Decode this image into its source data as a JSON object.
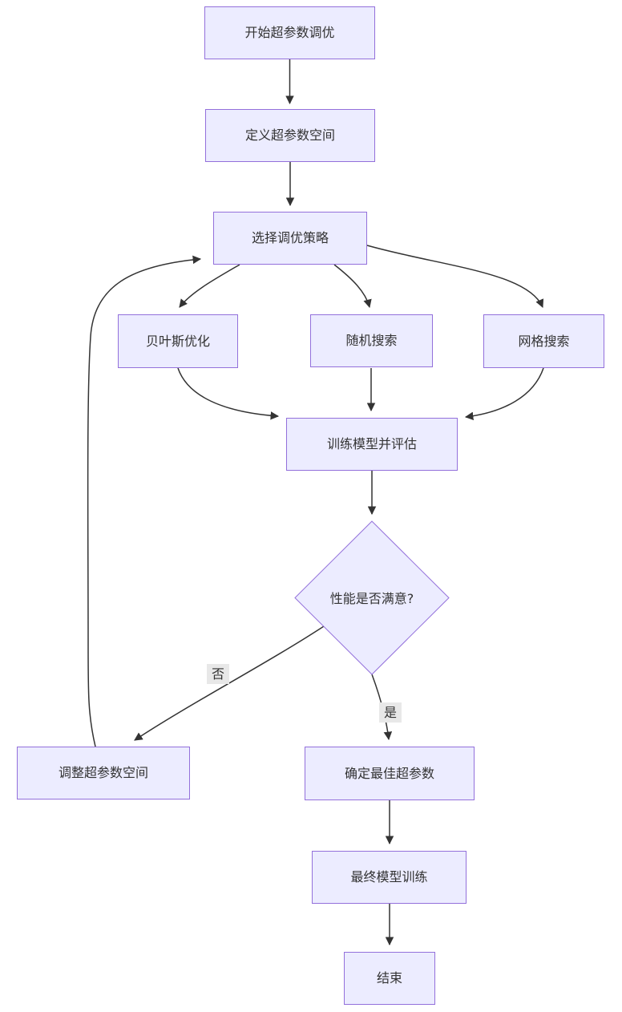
{
  "diagram": {
    "type": "flowchart",
    "direction": "top-down",
    "background": "#ffffff",
    "colors": {
      "node_fill": "#ECECFF",
      "node_border": "#9370DB",
      "edge_line": "#333333",
      "node_text": "#333333",
      "edge_label_bg": "#e8e8e8"
    },
    "nodes": {
      "start": {
        "label": "开始超参数调优",
        "shape": "rectangle"
      },
      "define_space": {
        "label": "定义超参数空间",
        "shape": "rectangle"
      },
      "choose_strategy": {
        "label": "选择调优策略",
        "shape": "rectangle"
      },
      "bayesian": {
        "label": "贝叶斯优化",
        "shape": "rectangle"
      },
      "random_search": {
        "label": "随机搜索",
        "shape": "rectangle"
      },
      "grid_search": {
        "label": "网格搜索",
        "shape": "rectangle"
      },
      "train_eval": {
        "label": "训练模型并评估",
        "shape": "rectangle"
      },
      "satisfied": {
        "label": "性能是否满意?",
        "shape": "diamond"
      },
      "adjust_space": {
        "label": "调整超参数空间",
        "shape": "rectangle"
      },
      "best_params": {
        "label": "确定最佳超参数",
        "shape": "rectangle"
      },
      "final_train": {
        "label": "最终模型训练",
        "shape": "rectangle"
      },
      "end": {
        "label": "结束",
        "shape": "rectangle"
      }
    },
    "edge_labels": {
      "no": "否",
      "yes": "是"
    },
    "edges": [
      {
        "from": "start",
        "to": "define_space",
        "label": ""
      },
      {
        "from": "define_space",
        "to": "choose_strategy",
        "label": ""
      },
      {
        "from": "choose_strategy",
        "to": "bayesian",
        "label": ""
      },
      {
        "from": "choose_strategy",
        "to": "random_search",
        "label": ""
      },
      {
        "from": "choose_strategy",
        "to": "grid_search",
        "label": ""
      },
      {
        "from": "bayesian",
        "to": "train_eval",
        "label": ""
      },
      {
        "from": "random_search",
        "to": "train_eval",
        "label": ""
      },
      {
        "from": "grid_search",
        "to": "train_eval",
        "label": ""
      },
      {
        "from": "train_eval",
        "to": "satisfied",
        "label": ""
      },
      {
        "from": "satisfied",
        "to": "adjust_space",
        "label": "否"
      },
      {
        "from": "satisfied",
        "to": "best_params",
        "label": "是"
      },
      {
        "from": "adjust_space",
        "to": "choose_strategy",
        "label": ""
      },
      {
        "from": "best_params",
        "to": "final_train",
        "label": ""
      },
      {
        "from": "final_train",
        "to": "end",
        "label": ""
      }
    ]
  }
}
